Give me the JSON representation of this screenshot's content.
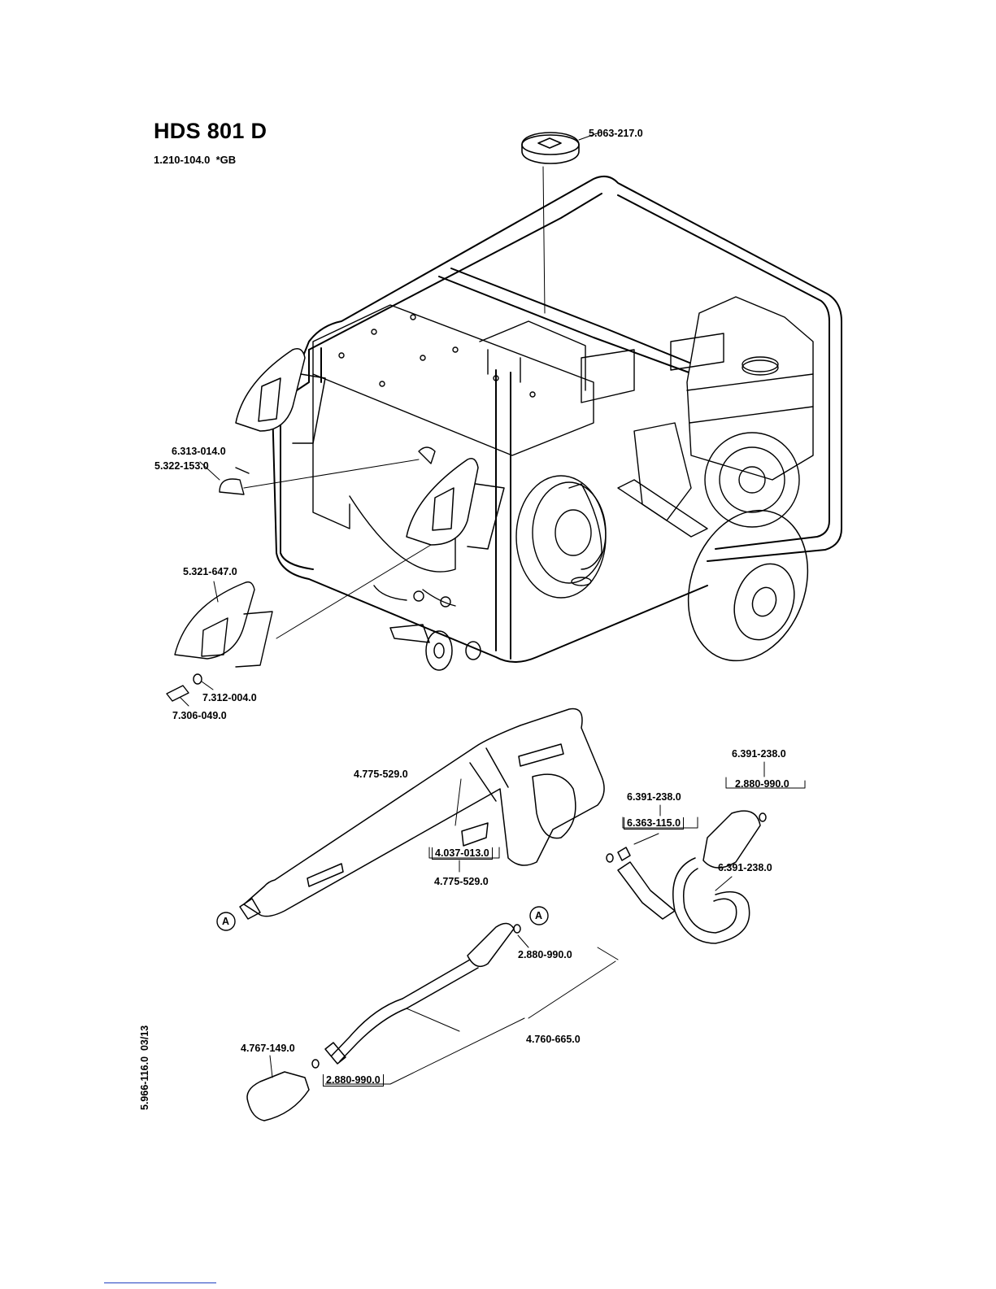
{
  "header": {
    "title": "HDS 801 D",
    "subtitle": "1.210-104.0  *GB"
  },
  "document_ref": "5.966-116.0  03/13",
  "callouts": {
    "tank_cap": "5.063-217.0",
    "clip": "6.313-014.0",
    "cover": "5.322-153.0",
    "holder": "5.321-647.0",
    "washer": "7.312-004.0",
    "screw": "7.306-049.0",
    "gun_top": "4.775-529.0",
    "gun_repair_kit": "4.037-013.0",
    "gun_bottom": "4.775-529.0",
    "hose_nipple_top": "6.391-238.0",
    "oring_top": "2.880-990.0",
    "hose_nipple_mid": "6.391-238.0",
    "swivel": "6.363-115.0",
    "hose_nipple_right": "6.391-238.0",
    "oring_lance": "2.880-990.0",
    "lance": "4.760-665.0",
    "nozzle": "4.767-149.0",
    "oring_nozzle": "2.880-990.0"
  },
  "connector_labels": {
    "a_left": "A",
    "a_right": "A"
  }
}
